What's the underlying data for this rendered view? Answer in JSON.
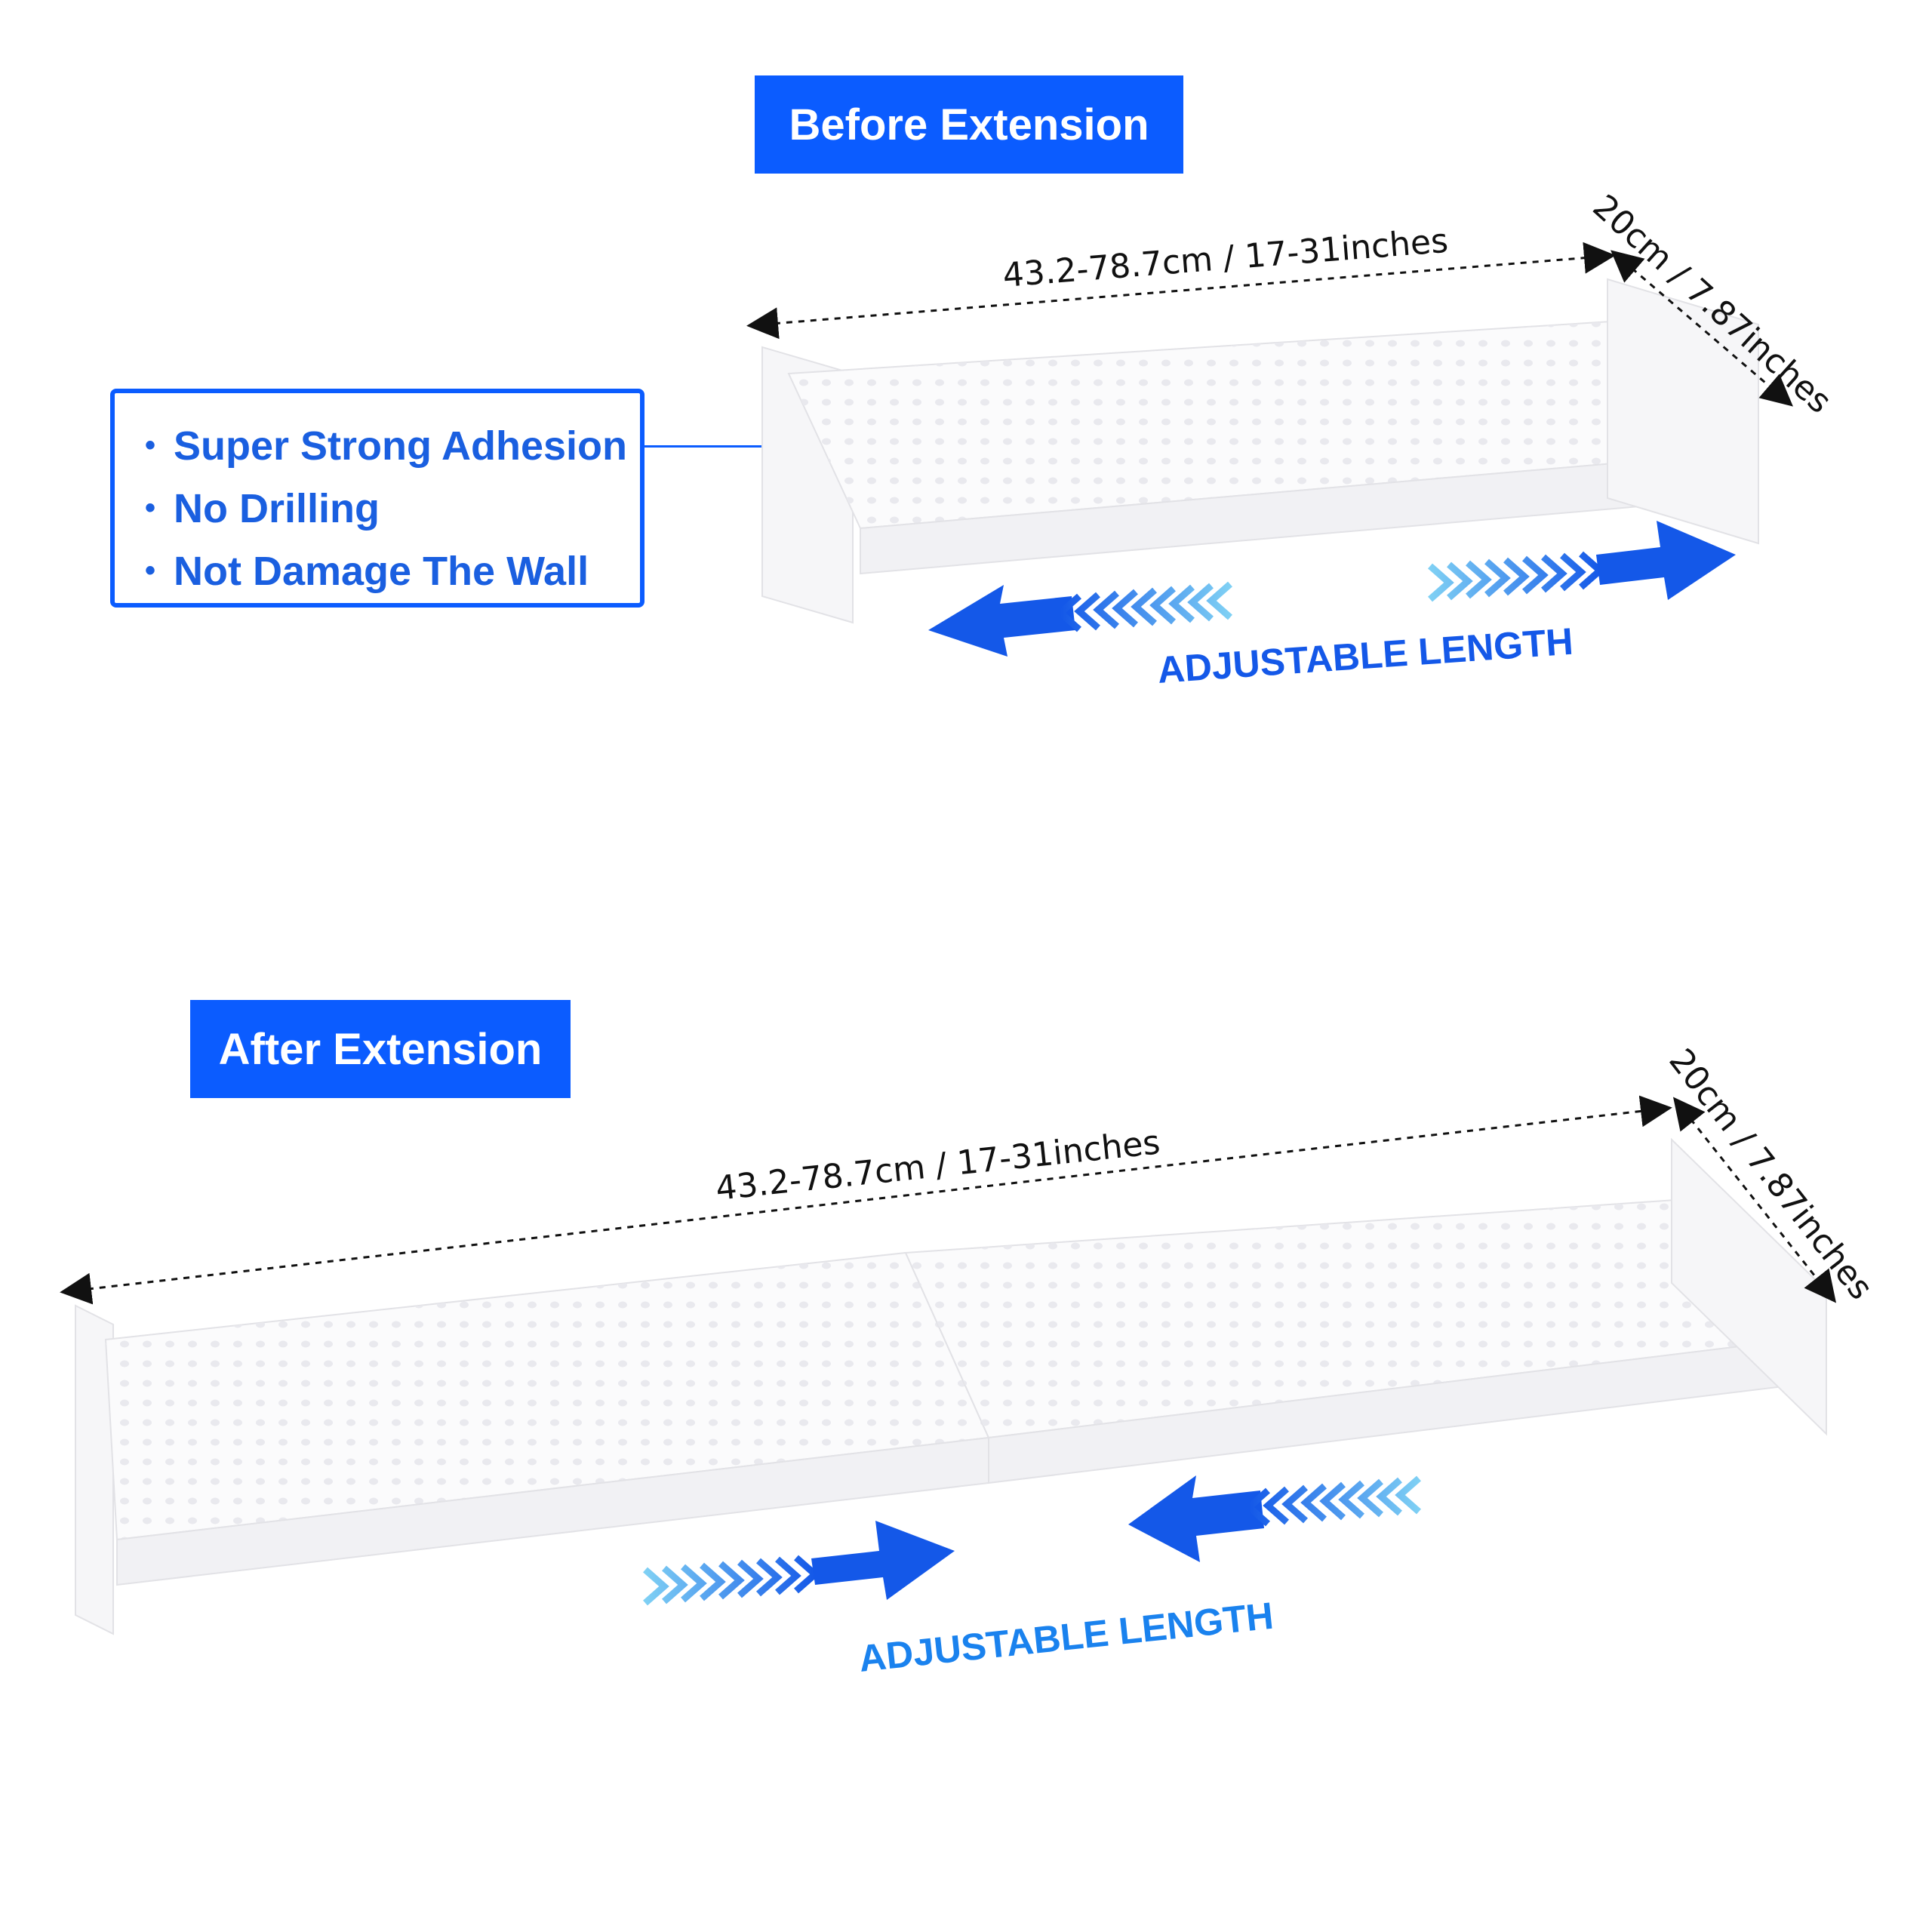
{
  "before": {
    "badge": "Before Extension",
    "length_label": "43.2-78.7cm / 17-31inches",
    "depth_label": "20cm / 7.87inches",
    "adjust_label": "ADJUSTABLE LENGTH"
  },
  "after": {
    "badge": "After Extension",
    "length_label": "43.2-78.7cm / 17-31inches",
    "depth_label": "20cm / 7.87inches",
    "adjust_label": "ADJUSTABLE LENGTH"
  },
  "features": [
    "Super Strong Adhesion",
    "No Drilling",
    "Not Damage The Wall"
  ],
  "colors": {
    "accent": "#0b5cff",
    "feature_text": "#1a5fe0",
    "arrow_dark": "#1458e8",
    "arrow_light": "#7fd0f4"
  }
}
